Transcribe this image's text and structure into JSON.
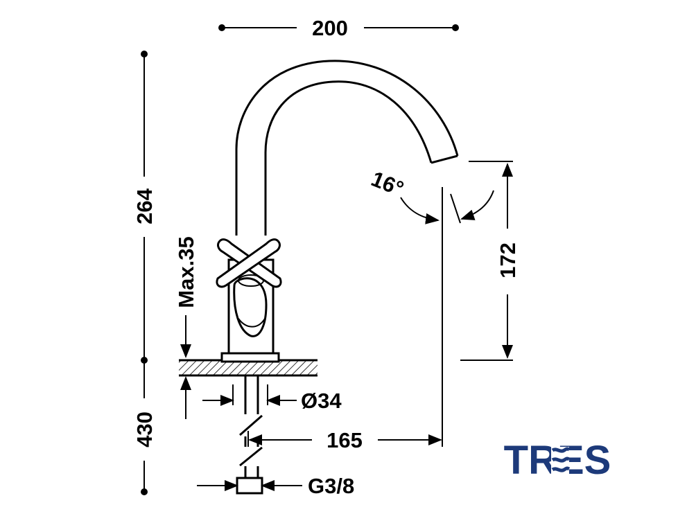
{
  "dimensions": {
    "width_total": "200",
    "height_total": "264",
    "spout_height": "172",
    "spout_reach": "165",
    "max_deck": "Max.35",
    "hole_diameter": "Ø34",
    "hose_length": "430",
    "connection": "G3/8",
    "spout_angle": "16°"
  },
  "logo": {
    "text": "TRES",
    "color": "#1d3a7a"
  },
  "colors": {
    "line": "#000000",
    "background": "#ffffff"
  }
}
